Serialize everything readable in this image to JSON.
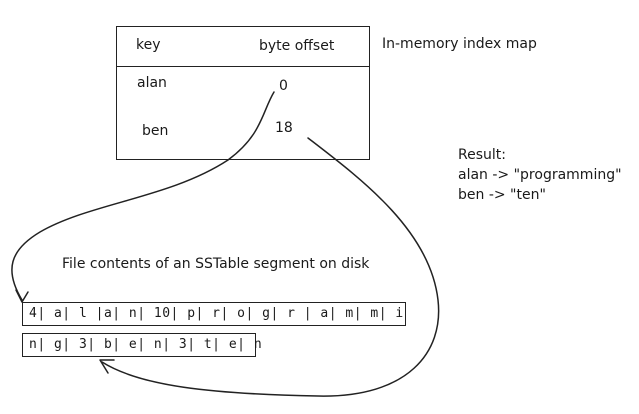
{
  "index_map": {
    "title": "In-memory index map",
    "header_key": "key",
    "header_offset": "byte offset",
    "rows": [
      {
        "key": "alan",
        "offset": "0"
      },
      {
        "key": "ben",
        "offset": "18"
      }
    ]
  },
  "result": {
    "label": "Result:",
    "lines": [
      "alan -> \"programming\"",
      "ben -> \"ten\""
    ]
  },
  "segment": {
    "caption": "File contents of an SSTable segment on disk",
    "row1": "4| a| l |a| n| 10| p| r| o| g| r | a| m| m| i",
    "row2": "n| g| 3| b| e| n| 3| t| e| n"
  }
}
